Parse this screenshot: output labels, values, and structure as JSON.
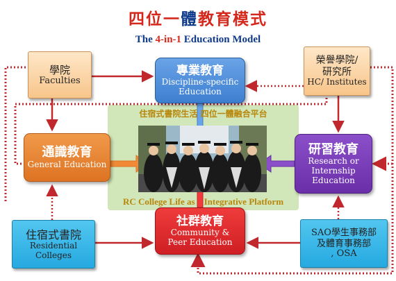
{
  "title": {
    "zh_a": "四位一",
    "zh_b": "體",
    "zh_c": "教育模式",
    "en_a": "The ",
    "en_b": "4-in-1",
    "en_c": " Education Model"
  },
  "boxes": {
    "faculties": {
      "zh": "學院",
      "en": "Faculties"
    },
    "hc": {
      "zh_line1": "榮譽學院/",
      "zh_line2": "研究所",
      "en": "HC/ Institutes"
    },
    "discipline": {
      "zh": "專業教育",
      "en_line1": "Discipline-specific",
      "en_line2": "Education"
    },
    "general": {
      "zh": "通識教育",
      "en": "General Education"
    },
    "research": {
      "zh": "研習教育",
      "en_line1": "Research or",
      "en_line2": "Internship",
      "en_line3": "Education"
    },
    "community": {
      "zh": "社群教育",
      "en_line1": "Community &",
      "en_line2": "Peer Education"
    },
    "residential": {
      "zh": "住宿式書院",
      "en_line1": "Residential",
      "en_line2": "Colleges"
    },
    "sao": {
      "zh_line1": "SAO學生事務部",
      "zh_line2": "及體育事務部",
      "en": ", OSA"
    }
  },
  "platform": {
    "top_label": "住宿式書院生活 四位一體融合平台",
    "bottom_label": "RC College Life as    Integrative Platform"
  },
  "colors": {
    "title_red": "#d4281c",
    "title_blue": "#0f3a8a",
    "connector_red": "#c0282d",
    "platform_green": "#d2e7b9",
    "discipline_blue": "#3d7fd0",
    "general_orange": "#dd7323",
    "research_purple": "#6a2fa8",
    "community_red": "#cf1f24",
    "cyan": "#25a9e0",
    "peach": "#f7c58a"
  }
}
